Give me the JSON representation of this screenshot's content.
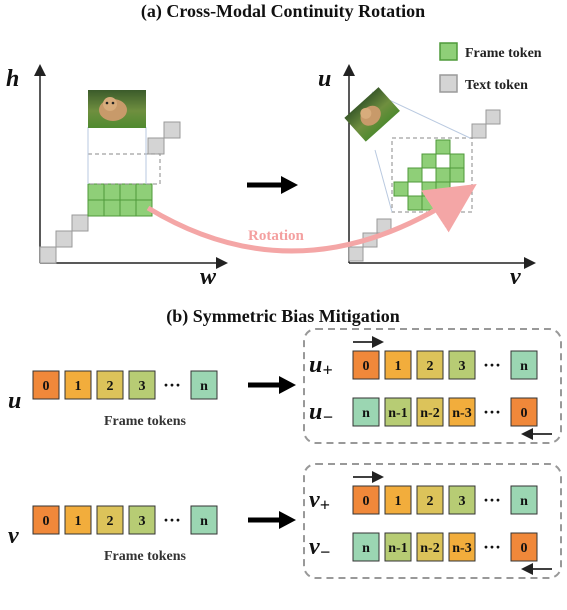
{
  "part_a": {
    "title": "(a) Cross-Modal Continuity Rotation",
    "left_axes": {
      "y_label": "h",
      "x_label": "w"
    },
    "right_axes": {
      "y_label": "u",
      "x_label": "v"
    },
    "legend": {
      "frame_token": "Frame token",
      "text_token": "Text token"
    },
    "rotation_label": "Rotation",
    "colors": {
      "frame": "#8fcf78",
      "frame_border": "#4f9a3a",
      "text": "#d4d4d4",
      "text_border": "#9a9a9a",
      "rotation_arrow": "#f4a6a6"
    }
  },
  "part_b": {
    "title": "(b) Symmetric Bias Mitigation",
    "rows": [
      {
        "label": "u",
        "caption": "Frame tokens",
        "tokens": [
          "0",
          "1",
          "2",
          "3",
          "n"
        ],
        "plus_label": "u",
        "plus_sub": "+",
        "plus_tokens": [
          "0",
          "1",
          "2",
          "3",
          "n"
        ],
        "minus_label": "u",
        "minus_sub": "−",
        "minus_tokens": [
          "n",
          "n-1",
          "n-2",
          "n-3",
          "0"
        ]
      },
      {
        "label": "v",
        "caption": "Frame tokens",
        "tokens": [
          "0",
          "1",
          "2",
          "3",
          "n"
        ],
        "plus_label": "v",
        "plus_sub": "+",
        "plus_tokens": [
          "0",
          "1",
          "2",
          "3",
          "n"
        ],
        "minus_label": "v",
        "minus_sub": "−",
        "minus_tokens": [
          "n",
          "n-1",
          "n-2",
          "n-3",
          "0"
        ]
      }
    ],
    "ellipsis": "···",
    "token_colors": {
      "0": "#f0883a",
      "1": "#f2ad3c",
      "2": "#dcc35a",
      "3": "#b7cc74",
      "n": "#9bd6b2",
      "n-1": "#b7cc74",
      "n-2": "#dcc35a",
      "n-3": "#f2ad3c"
    }
  }
}
